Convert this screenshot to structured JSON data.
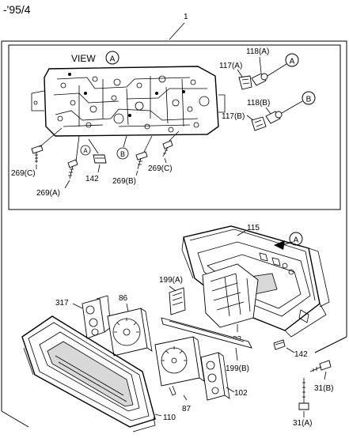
{
  "header": {
    "model_year": "-'95/4"
  },
  "assembly": {
    "number": "1"
  },
  "view_box": {
    "title": "VIEW",
    "title_marker": "A",
    "markers": {
      "a": "A",
      "b": "B"
    },
    "parts": {
      "p118a": "118(A)",
      "p117a": "117(A)",
      "p118b": "118(B)",
      "p117b": "117(B)",
      "p269c_left": "269(C)",
      "p269a": "269(A)",
      "p142": "142",
      "p269b": "269(B)",
      "p269c_right": "269(C)"
    }
  },
  "main": {
    "arrow_marker": "A",
    "parts": {
      "p115": "115",
      "p199a": "199(A)",
      "p317": "317",
      "p86": "86",
      "p82": "82",
      "p142": "142",
      "p199b": "199(B)",
      "p31b": "31(B)",
      "p102": "102",
      "p87": "87",
      "p110": "110",
      "p31a": "31(A)"
    }
  }
}
